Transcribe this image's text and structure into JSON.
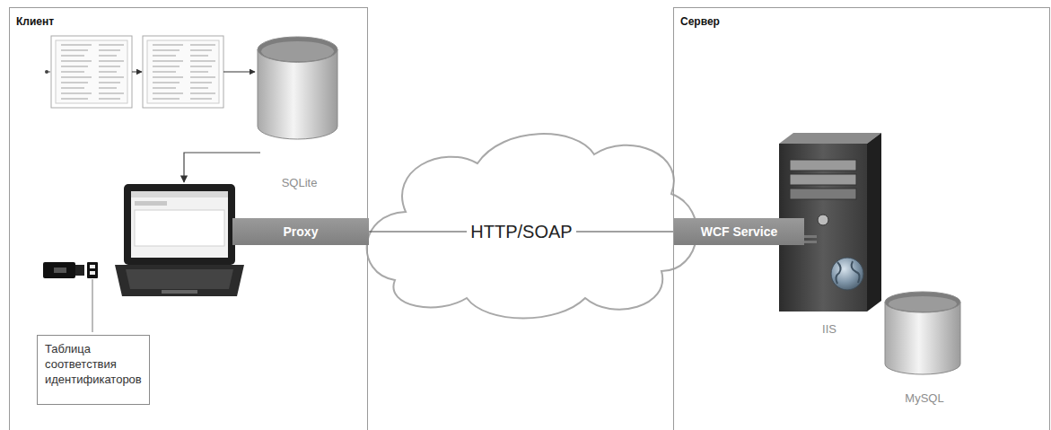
{
  "diagram": {
    "nodes": [
      {
        "text": [
          "Клиент"
        ]
      },
      {
        "text": [
          "SQLite"
        ],
        "in": 0
      },
      {
        "text": [
          "Proxy"
        ],
        "in": 0
      },
      {
        "text": [
          "Таблица соответствия идентификаторов"
        ],
        "in": 0
      },
      {
        "text": [
          "Сервер"
        ]
      },
      {
        "text": [
          "WCF Service"
        ],
        "in": 4
      },
      {
        "text": [
          "IIS"
        ],
        "in": 4
      },
      {
        "text": [
          "MySQL"
        ],
        "in": 4
      }
    ],
    "edges": [
      {
        "from": 2,
        "to": 5,
        "arrow": "none",
        "label": "HTTP/SOAP"
      }
    ]
  }
}
